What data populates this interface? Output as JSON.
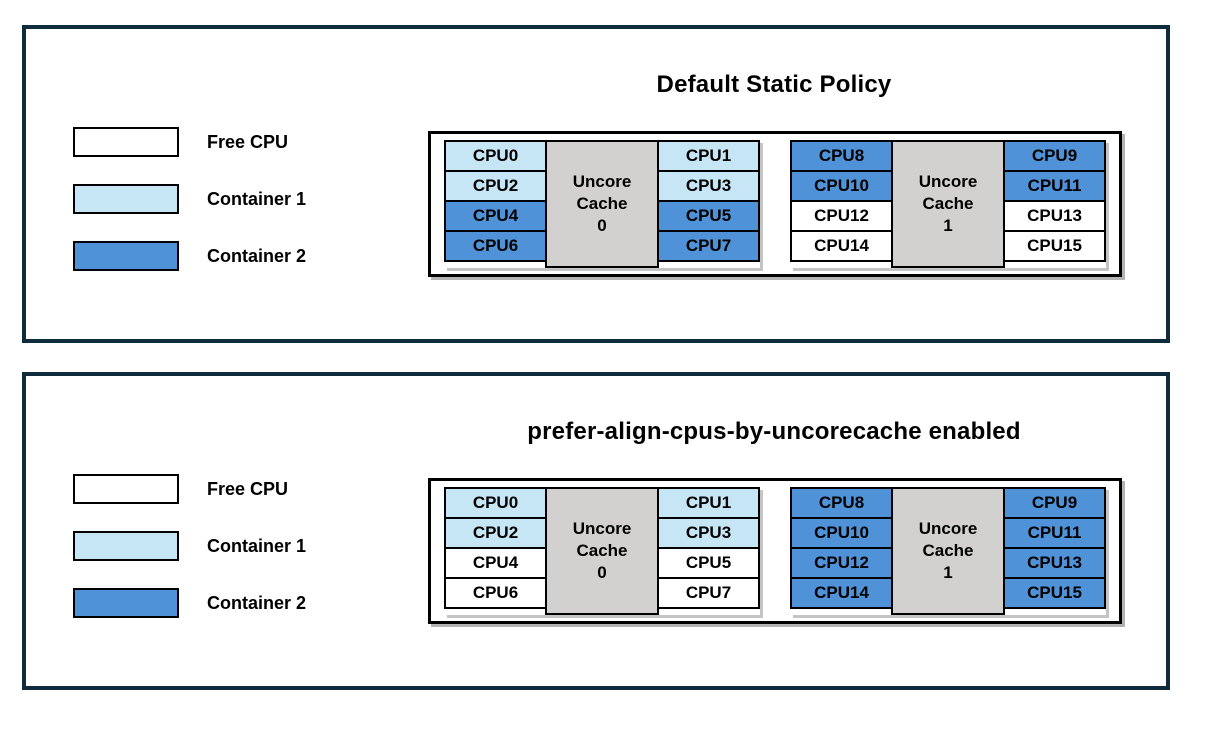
{
  "colors": {
    "free": "#ffffff",
    "container1": "#c6e6f5",
    "container2": "#4f92d7",
    "cache": "#d2d1d0",
    "panel_border": "#0f2c3c"
  },
  "legend": {
    "items": [
      {
        "label": "Free CPU",
        "state": "free"
      },
      {
        "label": "Container 1",
        "state": "container1"
      },
      {
        "label": "Container 2",
        "state": "container2"
      }
    ]
  },
  "panels": [
    {
      "title": "Default Static Policy",
      "groups": [
        {
          "cache_lines": [
            "Uncore",
            "Cache",
            "0"
          ],
          "left": [
            {
              "label": "CPU0",
              "state": "container1"
            },
            {
              "label": "CPU2",
              "state": "container1"
            },
            {
              "label": "CPU4",
              "state": "container2"
            },
            {
              "label": "CPU6",
              "state": "container2"
            }
          ],
          "right": [
            {
              "label": "CPU1",
              "state": "container1"
            },
            {
              "label": "CPU3",
              "state": "container1"
            },
            {
              "label": "CPU5",
              "state": "container2"
            },
            {
              "label": "CPU7",
              "state": "container2"
            }
          ]
        },
        {
          "cache_lines": [
            "Uncore",
            "Cache",
            "1"
          ],
          "left": [
            {
              "label": "CPU8",
              "state": "container2"
            },
            {
              "label": "CPU10",
              "state": "container2"
            },
            {
              "label": "CPU12",
              "state": "free"
            },
            {
              "label": "CPU14",
              "state": "free"
            }
          ],
          "right": [
            {
              "label": "CPU9",
              "state": "container2"
            },
            {
              "label": "CPU11",
              "state": "container2"
            },
            {
              "label": "CPU13",
              "state": "free"
            },
            {
              "label": "CPU15",
              "state": "free"
            }
          ]
        }
      ]
    },
    {
      "title": "prefer-align-cpus-by-uncorecache enabled",
      "groups": [
        {
          "cache_lines": [
            "Uncore",
            "Cache",
            "0"
          ],
          "left": [
            {
              "label": "CPU0",
              "state": "container1"
            },
            {
              "label": "CPU2",
              "state": "container1"
            },
            {
              "label": "CPU4",
              "state": "free"
            },
            {
              "label": "CPU6",
              "state": "free"
            }
          ],
          "right": [
            {
              "label": "CPU1",
              "state": "container1"
            },
            {
              "label": "CPU3",
              "state": "container1"
            },
            {
              "label": "CPU5",
              "state": "free"
            },
            {
              "label": "CPU7",
              "state": "free"
            }
          ]
        },
        {
          "cache_lines": [
            "Uncore",
            "Cache",
            "1"
          ],
          "left": [
            {
              "label": "CPU8",
              "state": "container2"
            },
            {
              "label": "CPU10",
              "state": "container2"
            },
            {
              "label": "CPU12",
              "state": "container2"
            },
            {
              "label": "CPU14",
              "state": "container2"
            }
          ],
          "right": [
            {
              "label": "CPU9",
              "state": "container2"
            },
            {
              "label": "CPU11",
              "state": "container2"
            },
            {
              "label": "CPU13",
              "state": "container2"
            },
            {
              "label": "CPU15",
              "state": "container2"
            }
          ]
        }
      ]
    }
  ]
}
